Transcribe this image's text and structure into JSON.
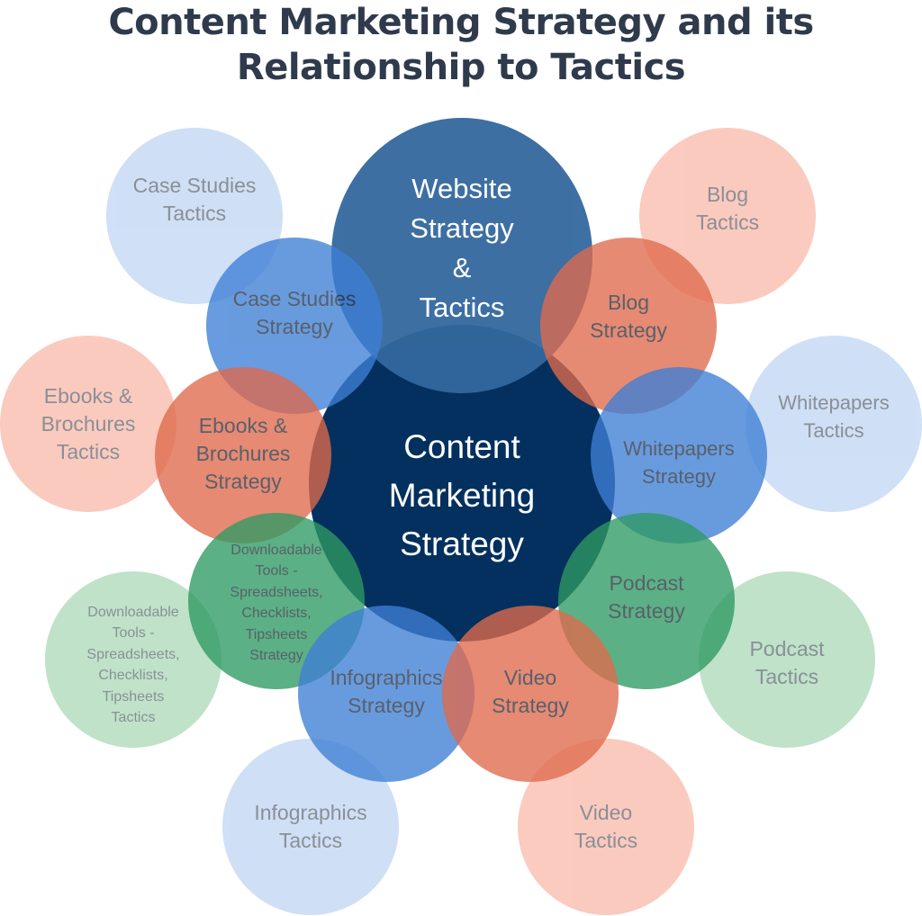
{
  "title": {
    "line1": "Content Marketing Strategy and its",
    "line2": "Relationship to Tactics"
  },
  "colors": {
    "dark_navy": "#03305e",
    "dark_blue": "#33689e",
    "mid_blue": "#3e7fd6",
    "light_blue": "#a9c6ee",
    "coral": "#df6a4c",
    "light_coral": "#f7a08a",
    "green": "#2f9a63",
    "light_green": "#8ccc9e",
    "title_text": "#2f3a4c",
    "dark_text": "#2a3442",
    "white_text": "#ffffff"
  },
  "center": {
    "label": "Content\nMarketing\nStrategy"
  },
  "top": {
    "label": "Website\nStrategy\n&\nTactics"
  },
  "strategies": {
    "case_studies": "Case Studies\nStrategy",
    "blog": "Blog\nStrategy",
    "ebooks": "Ebooks &\nBrochures\nStrategy",
    "whitepapers": "Whitepapers\nStrategy",
    "downloadable": "Downloadable\nTools -\nSpreadsheets,\nChecklists,\nTipsheets\nStrategy",
    "podcast": "Podcast\nStrategy",
    "infographics": "Infographics\nStrategy",
    "video": "Video\nStrategy"
  },
  "tactics": {
    "case_studies": "Case Studies\nTactics",
    "blog": "Blog\nTactics",
    "ebooks": "Ebooks &\nBrochures\nTactics",
    "whitepapers": "Whitepapers\nTactics",
    "downloadable": "Downloadable\nTools -\nSpreadsheets,\nChecklists,\nTipsheets\nTactics",
    "podcast": "Podcast\nTactics",
    "infographics": "Infographics\nTactics",
    "video": "Video\nTactics"
  }
}
